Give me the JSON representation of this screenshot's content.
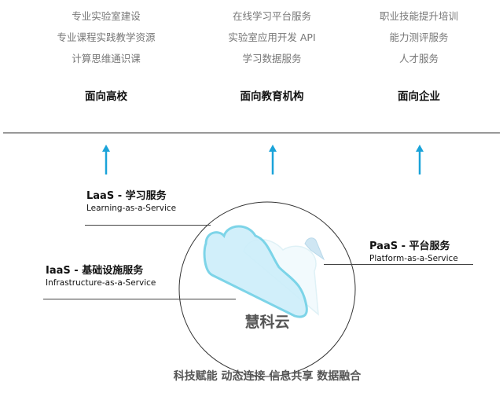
{
  "columns": [
    {
      "items": [
        "专业实验室建设",
        "专业课程实践教学资源",
        "计算思维通识课"
      ],
      "heading": "面向高校"
    },
    {
      "items": [
        "在线学习平台服务",
        "实验室应用开发 API",
        "学习数据服务"
      ],
      "heading": "面向教育机构"
    },
    {
      "items": [
        "职业技能提升培训",
        "能力测评服务",
        "人才服务"
      ],
      "heading": "面向企业"
    }
  ],
  "layers": {
    "laas": {
      "title": "LaaS - 学习服务",
      "subtitle": "Learning-as-a-Service"
    },
    "iaas": {
      "title": "IaaS - 基础设施服务",
      "subtitle": "Infrastructure-as-a-Service"
    },
    "paas": {
      "title": "PaaS - 平台服务",
      "subtitle": "Platform-as-a-Service"
    }
  },
  "cloud_name": "慧科云",
  "tagline": "科技赋能 动态连接 信息共享 数据融合",
  "colors": {
    "arrow": "#1aa3d9",
    "cloud": "#6fd0e6"
  }
}
